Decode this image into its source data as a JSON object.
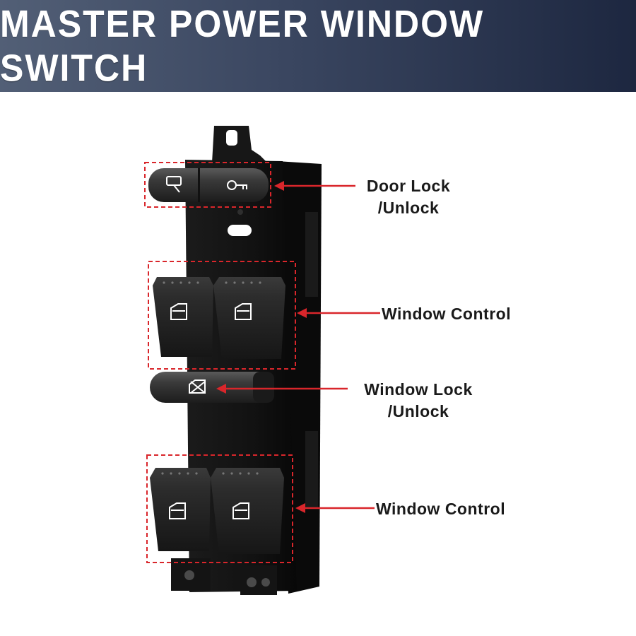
{
  "header": {
    "title": "MASTER POWER WINDOW SWITCH",
    "background_gradient": [
      "#525f76",
      "#1d2740"
    ]
  },
  "product": {
    "body_color": "#141414",
    "button_color": "#2a2a2a",
    "highlight_box_color": "#d9262b",
    "arrow_color": "#d9262b",
    "icons": [
      "door-unlock-icon",
      "door-lock-icon",
      "window-icon",
      "window-lock-icon"
    ]
  },
  "callouts": {
    "door_lock": [
      "Door Lock",
      "/Unlock"
    ],
    "window_control_front": "Window Control",
    "window_lock": [
      "Window Lock",
      "/Unlock"
    ],
    "window_control_rear": "Window Control"
  }
}
